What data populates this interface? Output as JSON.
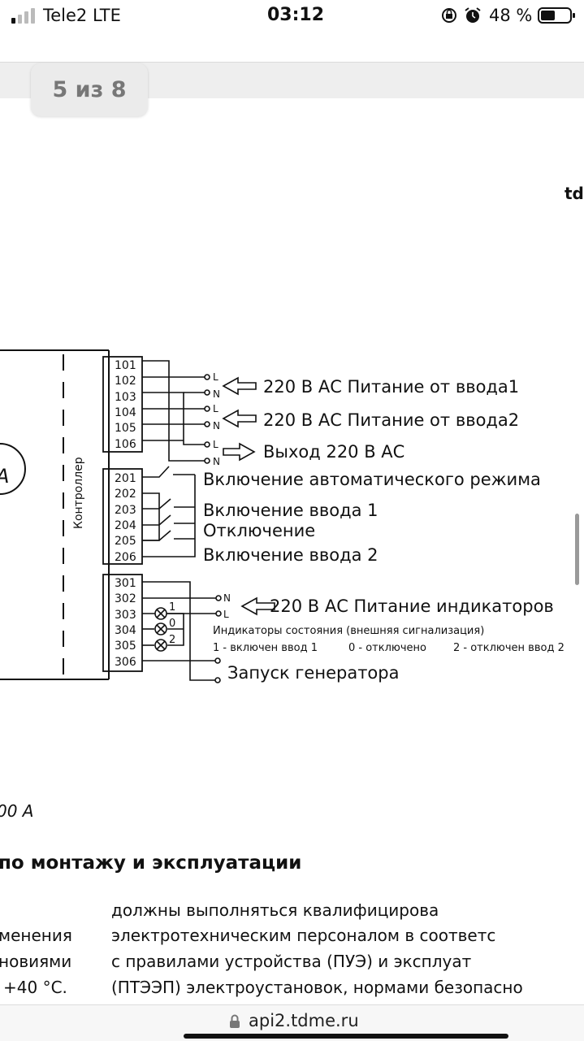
{
  "status_bar": {
    "carrier": "Tele2   LTE",
    "time": "03:12",
    "battery_percent": "48 %",
    "icons": [
      "signal-icon",
      "orientation-lock-icon",
      "alarm-icon",
      "battery-icon"
    ]
  },
  "viewer": {
    "page_indicator": "5 из 8",
    "header_fragment": "td"
  },
  "diagram": {
    "side_label": "Контроллер",
    "group1_terminals": [
      "101",
      "102",
      "103",
      "104",
      "105",
      "106"
    ],
    "group2_terminals": [
      "201",
      "202",
      "203",
      "204",
      "205",
      "206"
    ],
    "group3_terminals": [
      "301",
      "302",
      "303",
      "304",
      "305",
      "306"
    ],
    "line_L": "L",
    "line_N": "N",
    "input1": "220 В АС Питание от ввода1",
    "input2": "220 В АС Питание от ввода2",
    "output": "Выход 220 В АС",
    "auto_mode": "Включение автоматического режима",
    "switch_on_1": "Включение ввода 1",
    "switch_off": "Отключение",
    "switch_on_2": "Включение ввода 2",
    "indicator_power": "220 В АС Питание индикаторов",
    "indicators_title": "Индикаторы состояния (внешняя сигнализация)",
    "indicator_1": "1 - включен ввод 1",
    "indicator_0": "0 - отключено",
    "indicator_2": "2 - отключен ввод 2",
    "lamp_labels": [
      "1",
      "0",
      "2"
    ],
    "generator": "Запуск генератора",
    "circle_fragment": "A"
  },
  "document": {
    "caption": "00 А",
    "heading": "по монтажу и эксплуатации",
    "left_col": [
      "",
      "менения",
      "новиями",
      "+40  °С."
    ],
    "right_col": [
      "должны      выполняться      квалифицирова",
      "электротехническим  персоналом  в  соответс",
      "с  правилами  устройства  (ПУЭ)  и  эксплуат",
      "(ПТЭЭП) электроустановок, нормами безопасно"
    ]
  },
  "browser": {
    "url": "api2.tdme.ru"
  }
}
